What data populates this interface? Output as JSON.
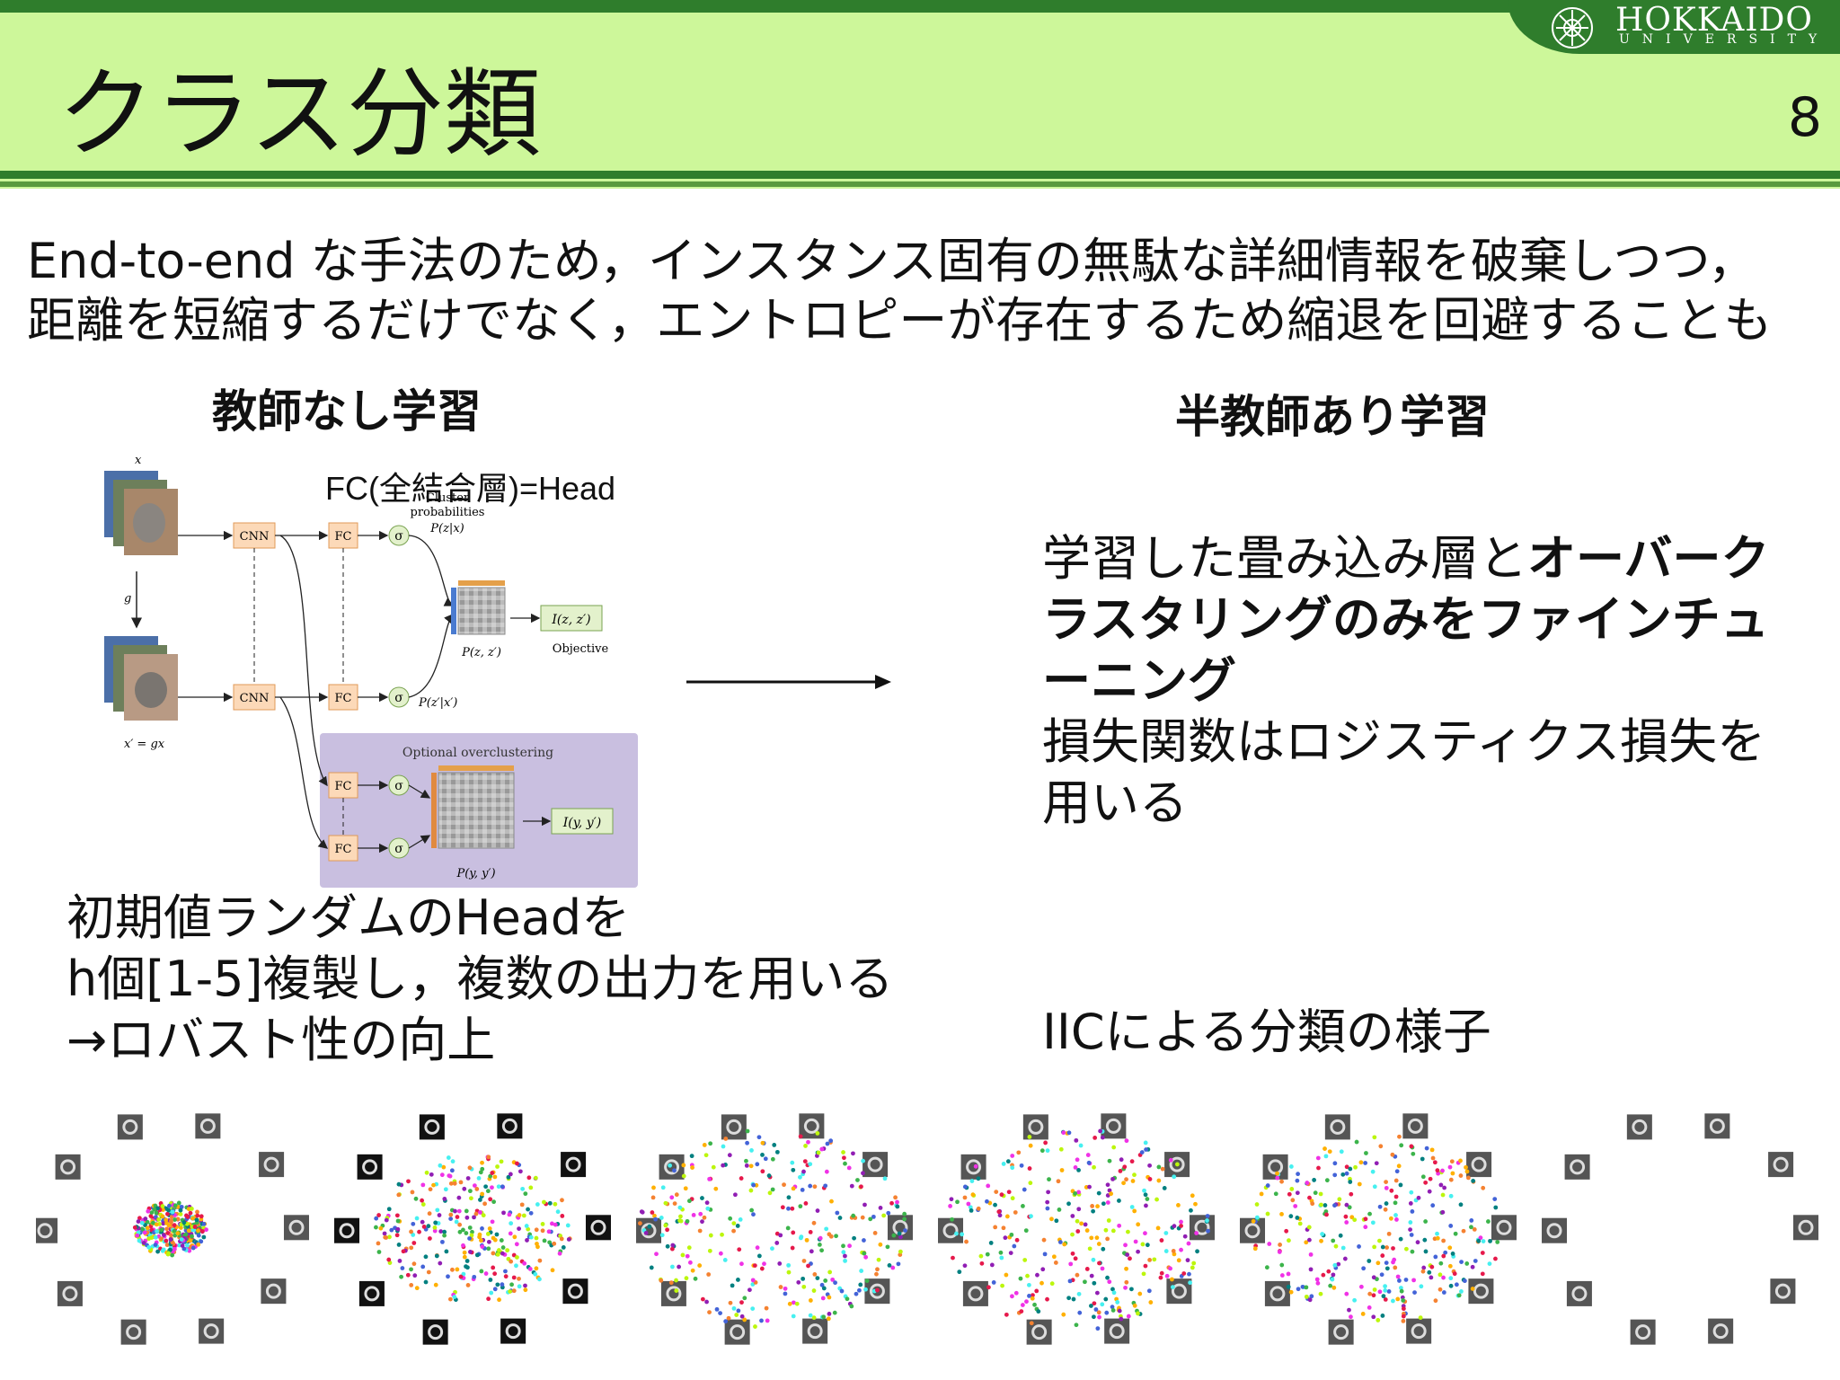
{
  "header": {
    "title": "クラス分類",
    "page_number": "8",
    "logo": {
      "name": "HOKKAIDO",
      "sub": "UNIVERSITY"
    }
  },
  "intro": {
    "line1": "End-to-end な手法のため，インスタンス固有の無駄な詳細情報を破棄しつつ，",
    "line2": "距離を短縮するだけでなく，エントロピーが存在するため縮退を回避することも"
  },
  "left": {
    "heading": "教師なし学習",
    "fc_label": "FC(全結合層)=Head",
    "description": [
      "初期値ランダムのHeadを",
      "h個[1-5]複製し，複数の出力を用いる",
      "→ロバスト性の向上"
    ]
  },
  "right": {
    "heading": "半教師あり学習",
    "desc_plain": "学習した畳み込み層と",
    "desc_bold": "オーバークラスタリングのみをファインチューニング",
    "desc_rest": "損失関数はロジスティクス損失を用いる",
    "iic_caption": "IICによる分類の様子"
  },
  "diagram": {
    "x": "x",
    "xprime": "x′ = gx",
    "g": "g",
    "cnn": "CNN",
    "fc": "FC",
    "sigma": "σ",
    "cluster_prob": "Cluster",
    "cluster_prob2": "probabilities",
    "pzx": "P(z|x)",
    "pzz": "P(z, z′)",
    "pzx2": "P(z′|x′)",
    "izz": "I(z, z′)",
    "objective": "Objective",
    "overclustering": "Optional overclustering",
    "iyy": "I(y, y′)",
    "pyy": "P(y, y′)"
  },
  "colors": {
    "header_bg": "#cdf79a",
    "header_bar": "#2f7d2c",
    "node_fill": "#fcd9b8",
    "node_stroke": "#e09a58",
    "overcluster_bg": "#c9bfe0",
    "objective_fill": "#e3f1cc"
  }
}
